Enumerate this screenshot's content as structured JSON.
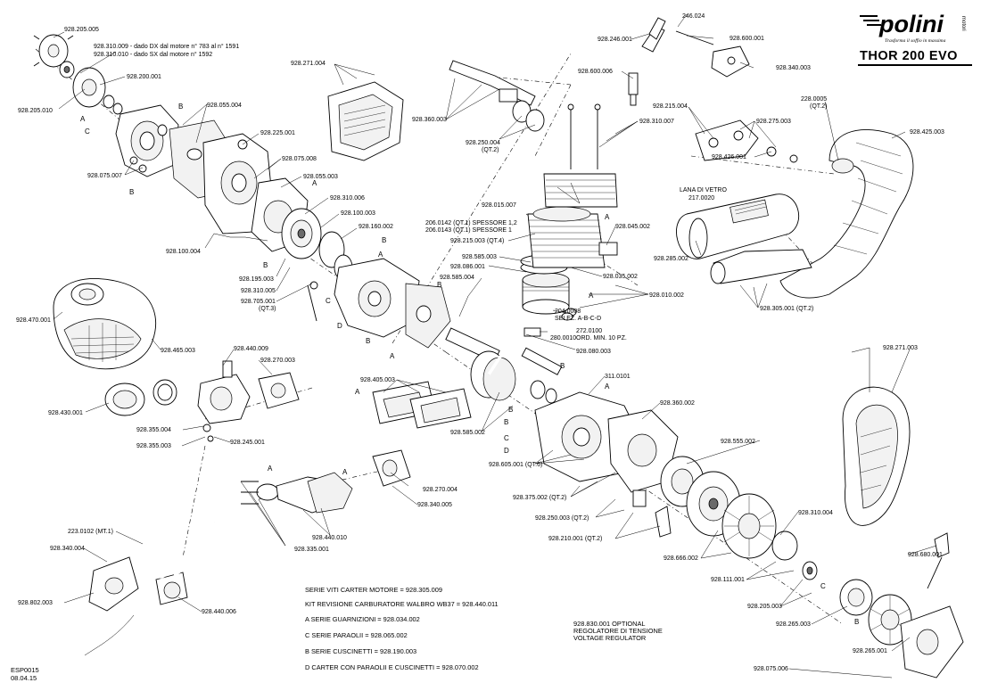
{
  "brand": {
    "logo_text": "polini",
    "logo_superscript": "motori",
    "tagline": "Trasforma il soffio in massima",
    "model": "THOR 200 EVO"
  },
  "document": {
    "code": "ESP0015",
    "date": "08.04.15"
  },
  "notes": {
    "n1": "SERIE VITI CARTER MOTORE = 928.305.009",
    "n2": "KIT REVISIONE CARBURATORE WALBRO WB37 = 928.440.011",
    "n3": "A   SERIE GUARNIZIONI = 928.034.002",
    "n4": "C   SERIE PARAOLII = 928.065.002",
    "n5": "B   SERIE CUSCINETTI = 928.190.003",
    "n6": "D   CARTER CON PARAOLII E CUSCINETTI = 928.070.002"
  },
  "optional": {
    "l1": "928.830.001 OPTIONAL",
    "l2": "REGOLATORE DI TENSIONE",
    "l3": "VOLTAGE REGULATOR"
  },
  "labels": {
    "p205005": "928.205.005",
    "p310009": "928.310.009 - dado DX dal motore n° 783 al n° 1591",
    "p310010": "928.310.010 - dado SX dal motore n° 1592",
    "p200001": "928.200.001",
    "p205010": "928.205.010",
    "p075007": "928.075.007",
    "p055004": "928.055.004",
    "p225001": "928.225.001",
    "p075008": "928.075.008",
    "p055003": "928.055.003",
    "p310006": "928.310.006",
    "p100003": "928.100.003",
    "p160002": "928.160.002",
    "p100004": "928.100.004",
    "p195003": "928.195.003",
    "p310005": "928.310.005",
    "p705001": "928.705.001",
    "p705qt": "(QT.3)",
    "p271004": "928.271.004",
    "p360003": "928.360.003",
    "p250004": "928.250.004",
    "p250qt": "(QT.2)",
    "p246001": "928.246.001",
    "p246024": "246.024",
    "p600001": "928.600.001",
    "p340003": "928.340.003",
    "p600006": "928.600.006",
    "p310007": "928.310.007",
    "p215004": "928.215.004",
    "p275003": "928.275.003",
    "p2280005": "228.0005",
    "p2280005qt": "(QT.2)",
    "p425003": "928.425.003",
    "p426001": "928.426.001",
    "lana1": "LANA DI VETRO",
    "lana2": "217.0020",
    "p015007": "928.015.007",
    "p2060142": "206.0142 (QT.1) SPESSORE 1,2",
    "p2060143": "206.0143 (QT.1)   SPESSORE 1",
    "p045002": "928.045.002",
    "p215003": "928.215.003 (QT.4)",
    "p285002": "928.285.002",
    "p585003": "928.585.003",
    "p086001": "928.086.001",
    "p585004": "928.585.004",
    "p035002": "928.035.002",
    "p010002": "928.010.002",
    "p305001": "928.305.001 (QT.2)",
    "p2040008": "204.0008",
    "selez": "SELEZ. A-B-C-D",
    "p2720100": "272.0100",
    "p2800010": "280.0010",
    "ordmin": "ORD. MIN. 10 PZ.",
    "p080003": "928.080.003",
    "p470001": "928.470.001",
    "p465003": "928.465.003",
    "p440009": "928.440.009",
    "p270003": "928.270.003",
    "p430001": "928.430.001",
    "p355004": "928.355.004",
    "p355003": "928.355.003",
    "p245001": "928.245.001",
    "p405003": "928.405.003",
    "p585002": "928.585.002",
    "p3110101": "311.0101",
    "p360002": "928.360.002",
    "p271003": "928.271.003",
    "p555002": "928.555.002",
    "p605001": "928.605.001 (QT.6)",
    "p375002": "928.375.002 (QT.2)",
    "p250003": "928.250.003 (QT.2)",
    "p210001": "928.210.001 (QT.2)",
    "p310004": "928.310.004",
    "p270004": "928.270.004",
    "p340005": "928.340.005",
    "p440010": "928.440.010",
    "p335001": "928.335.001",
    "p2230102": "223.0102 (MT.1)",
    "p340004": "928.340.004",
    "p802003": "928.802.003",
    "p440006": "928.440.006",
    "p666002": "928.666.002",
    "p680001": "928.680.001",
    "p111001": "928.111.001",
    "p205003": "928.205.003",
    "p265003": "928.265.003",
    "p265001": "928.265.001",
    "p075006": "928.075.006"
  },
  "refs": {
    "a": "A",
    "b": "B",
    "c": "C",
    "d": "D"
  },
  "icons": {
    "logo": "polini-logo-icon"
  }
}
